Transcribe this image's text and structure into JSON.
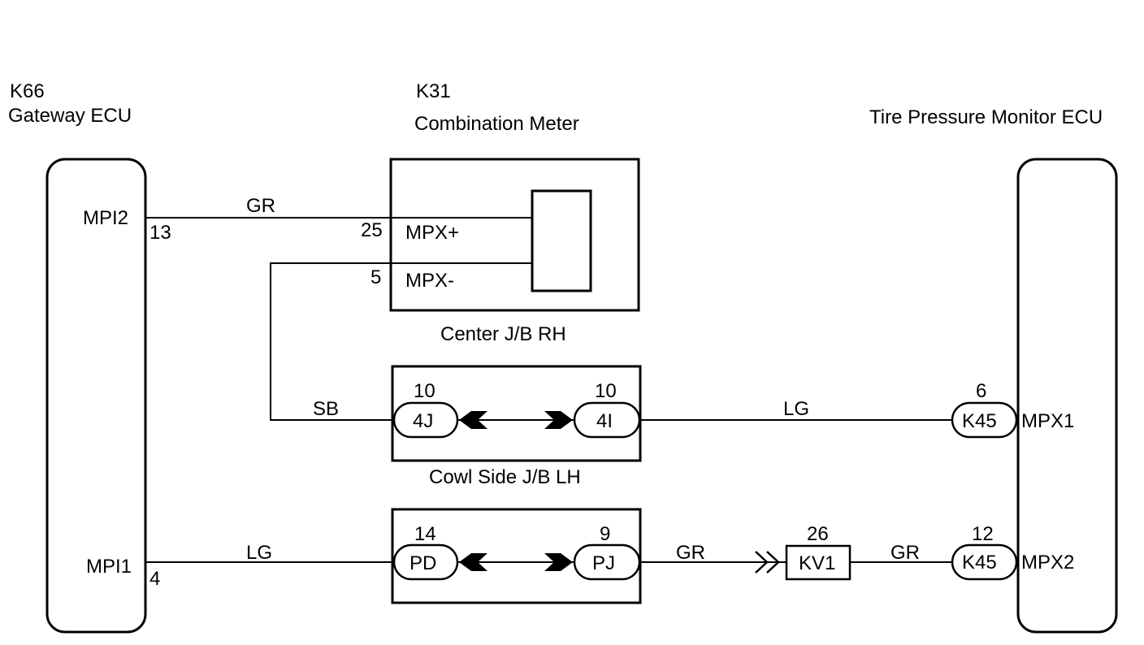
{
  "components": {
    "gateway": {
      "code": "K66",
      "name": "Gateway ECU",
      "pins": {
        "mpi2": "MPI2",
        "mpi2_no": "13",
        "mpi1": "MPI1",
        "mpi1_no": "4"
      }
    },
    "meter": {
      "code": "K31",
      "name": "Combination Meter",
      "pins": {
        "mpx_plus": "MPX+",
        "mpx_plus_no": "25",
        "mpx_minus": "MPX-",
        "mpx_minus_no": "5"
      },
      "junction": "Center J/B RH"
    },
    "tpms": {
      "name": "Tire Pressure Monitor ECU",
      "pins": {
        "mpx1": "MPX1",
        "mpx2": "MPX2"
      }
    }
  },
  "cowl_jb": {
    "name": "Cowl Side J/B LH",
    "left": {
      "connector": "4J",
      "pin": "10"
    },
    "right": {
      "connector": "4I",
      "pin": "10"
    }
  },
  "lower_junction": {
    "left": {
      "connector": "PD",
      "pin": "14"
    },
    "right": {
      "connector": "PJ",
      "pin": "9"
    }
  },
  "kv1": {
    "connector": "KV1",
    "pin": "26"
  },
  "k45_top": {
    "connector": "K45",
    "pin": "6"
  },
  "k45_bottom": {
    "connector": "K45",
    "pin": "12"
  },
  "wire_colors": {
    "top": "GR",
    "sb": "SB",
    "lg_mid": "LG",
    "lg_bottom": "LG",
    "gr_mid": "GR",
    "gr_right": "GR"
  }
}
